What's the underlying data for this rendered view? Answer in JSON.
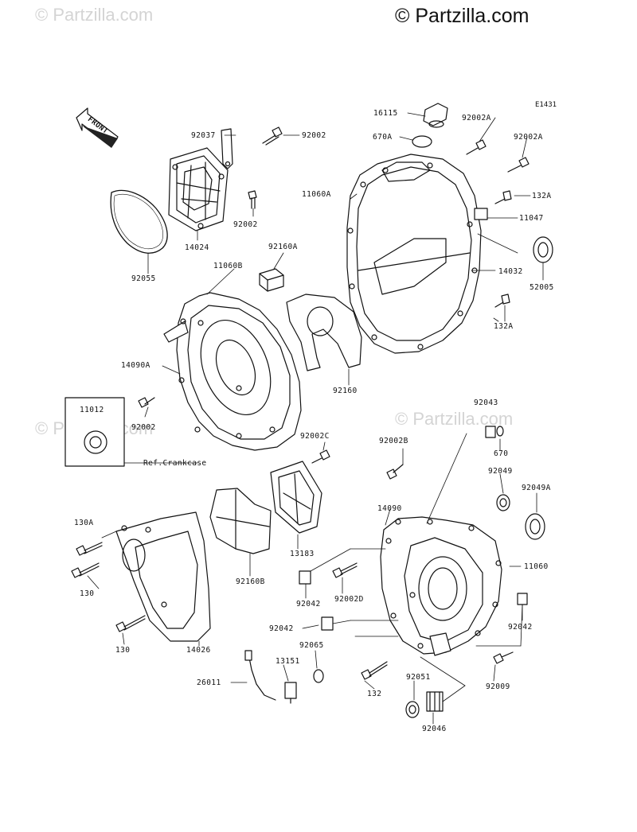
{
  "watermarks": {
    "main": "© Partzilla.com",
    "faint": "© Partzilla.com"
  },
  "diagram_code": "E1431",
  "front_label": "FRONT",
  "ref_note": "Ref.Crankcase",
  "parts": [
    {
      "id": "p16115",
      "text": "16115"
    },
    {
      "id": "p92002A_1",
      "text": "92002A"
    },
    {
      "id": "p92037",
      "text": "92037"
    },
    {
      "id": "p92002_1",
      "text": "92002"
    },
    {
      "id": "p670A",
      "text": "670A"
    },
    {
      "id": "p92002A_2",
      "text": "92002A"
    },
    {
      "id": "p11060A",
      "text": "11060A"
    },
    {
      "id": "p132A_1",
      "text": "132A"
    },
    {
      "id": "p11047",
      "text": "11047"
    },
    {
      "id": "p92002_2",
      "text": "92002"
    },
    {
      "id": "p14024",
      "text": "14024"
    },
    {
      "id": "p92160A",
      "text": "92160A"
    },
    {
      "id": "p11060B",
      "text": "11060B"
    },
    {
      "id": "p92055",
      "text": "92055"
    },
    {
      "id": "p14032",
      "text": "14032"
    },
    {
      "id": "p52005",
      "text": "52005"
    },
    {
      "id": "p132A_2",
      "text": "132A"
    },
    {
      "id": "p14090A",
      "text": "14090A"
    },
    {
      "id": "p92160",
      "text": "92160"
    },
    {
      "id": "p11012",
      "text": "11012"
    },
    {
      "id": "p92002_3",
      "text": "92002"
    },
    {
      "id": "p92043",
      "text": "92043"
    },
    {
      "id": "p92002C",
      "text": "92002C"
    },
    {
      "id": "p92002B",
      "text": "92002B"
    },
    {
      "id": "p670",
      "text": "670"
    },
    {
      "id": "p92049",
      "text": "92049"
    },
    {
      "id": "p92049A",
      "text": "92049A"
    },
    {
      "id": "p14090",
      "text": "14090"
    },
    {
      "id": "p130A",
      "text": "130A"
    },
    {
      "id": "p13183",
      "text": "13183"
    },
    {
      "id": "p11060",
      "text": "11060"
    },
    {
      "id": "p130_1",
      "text": "130"
    },
    {
      "id": "p92160B",
      "text": "92160B"
    },
    {
      "id": "p92042_1",
      "text": "92042"
    },
    {
      "id": "p92002D",
      "text": "92002D"
    },
    {
      "id": "p92042_2",
      "text": "92042"
    },
    {
      "id": "p92042_3",
      "text": "92042"
    },
    {
      "id": "p130_2",
      "text": "130"
    },
    {
      "id": "p14026",
      "text": "14026"
    },
    {
      "id": "p92065",
      "text": "92065"
    },
    {
      "id": "p13151",
      "text": "13151"
    },
    {
      "id": "p26011",
      "text": "26011"
    },
    {
      "id": "p132",
      "text": "132"
    },
    {
      "id": "p92009",
      "text": "92009"
    },
    {
      "id": "p92051",
      "text": "92051"
    },
    {
      "id": "p92046",
      "text": "92046"
    }
  ]
}
